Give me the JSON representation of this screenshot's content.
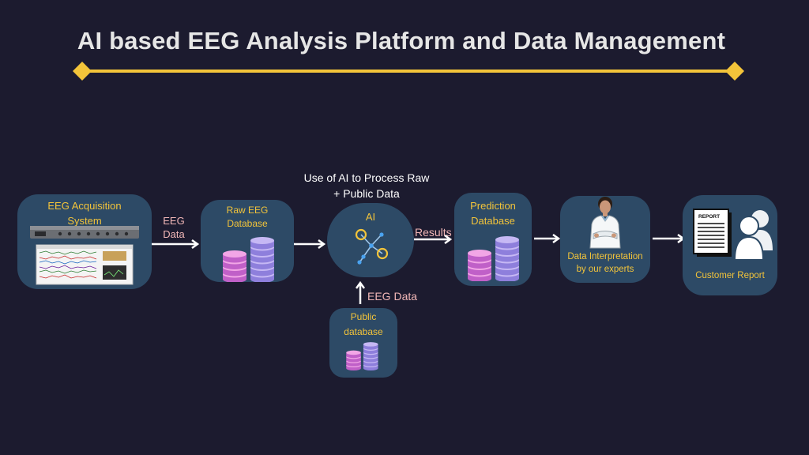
{
  "title": "AI based EEG Analysis Platform and Data Management",
  "colors": {
    "background": "#1c1b2f",
    "box": "#2d4a66",
    "accent": "#f3c43a",
    "flow_label": "#f0b6b6"
  },
  "nodes": {
    "acquisition": {
      "label_line1": "EEG Acquisition",
      "label_line2": "System",
      "icon": "eeg-device-icon"
    },
    "raw_db": {
      "label_line1": "Raw EEG",
      "label_line2": "Database",
      "icon": "database-stack-icon"
    },
    "ai": {
      "caption_line1": "Use of AI to Process Raw",
      "caption_line2": "+ Public Data",
      "label": "AI",
      "icon": "neural-network-icon"
    },
    "public_db": {
      "label_line1": "Public",
      "label_line2": "database",
      "icon": "database-stack-icon"
    },
    "prediction_db": {
      "label_line1": "Prediction",
      "label_line2": "Database",
      "icon": "database-stack-icon"
    },
    "interpretation": {
      "label_line1": "Data Interpretation",
      "label_line2": "by our experts",
      "icon": "doctor-icon"
    },
    "report": {
      "label": "Customer Report",
      "icon": "report-users-icon",
      "doc_text": "REPORT"
    }
  },
  "edges": {
    "eeg_data_1": {
      "line1": "EEG",
      "line2": "Data"
    },
    "eeg_data_2": {
      "label": "EEG Data"
    },
    "results": {
      "label": "Results"
    }
  }
}
